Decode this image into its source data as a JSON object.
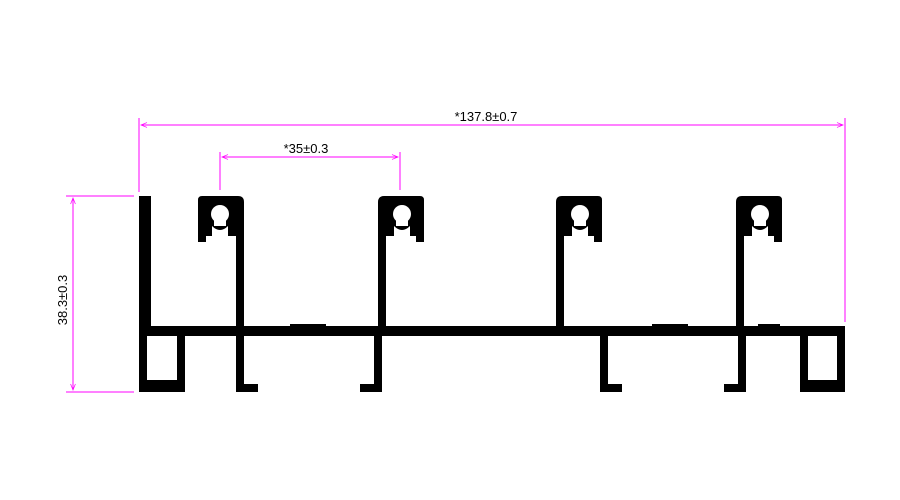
{
  "drawing": {
    "dimensions": {
      "overall_width": "*137.8±0.7",
      "slot_pitch": "*35±0.3",
      "height": "38.3±0.3"
    },
    "colors": {
      "dimension_line": "#ff00ff",
      "profile": "#000000",
      "background": "#ffffff"
    }
  }
}
